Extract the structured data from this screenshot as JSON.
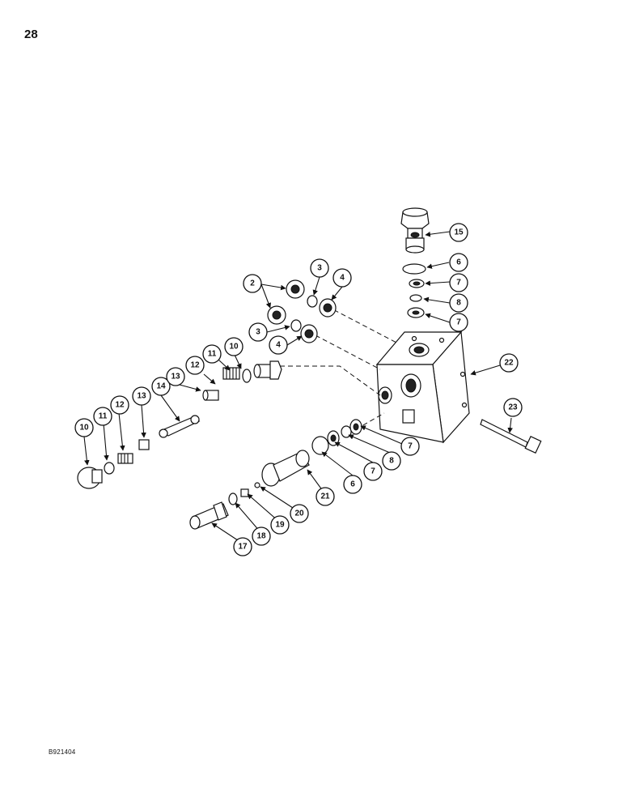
{
  "page": {
    "number": "28",
    "figure_code": "B921404"
  },
  "callouts": [
    {
      "id": "c15",
      "label": "15"
    },
    {
      "id": "c6a",
      "label": "6"
    },
    {
      "id": "c7a",
      "label": "7"
    },
    {
      "id": "c8a",
      "label": "8"
    },
    {
      "id": "c7b",
      "label": "7"
    },
    {
      "id": "c2",
      "label": "2"
    },
    {
      "id": "c3a",
      "label": "3"
    },
    {
      "id": "c4a",
      "label": "4"
    },
    {
      "id": "c3b",
      "label": "3"
    },
    {
      "id": "c4b",
      "label": "4"
    },
    {
      "id": "c10a",
      "label": "10"
    },
    {
      "id": "c11a",
      "label": "11"
    },
    {
      "id": "c12a",
      "label": "12"
    },
    {
      "id": "c13a",
      "label": "13"
    },
    {
      "id": "c14",
      "label": "14"
    },
    {
      "id": "c10b",
      "label": "10"
    },
    {
      "id": "c11b",
      "label": "11"
    },
    {
      "id": "c12b",
      "label": "12"
    },
    {
      "id": "c13b",
      "label": "13"
    },
    {
      "id": "c22",
      "label": "22"
    },
    {
      "id": "c23",
      "label": "23"
    },
    {
      "id": "c7c",
      "label": "7"
    },
    {
      "id": "c7d",
      "label": "7"
    },
    {
      "id": "c8b",
      "label": "8"
    },
    {
      "id": "c6b",
      "label": "6"
    },
    {
      "id": "c21",
      "label": "21"
    },
    {
      "id": "c20",
      "label": "20"
    },
    {
      "id": "c19",
      "label": "19"
    },
    {
      "id": "c18",
      "label": "18"
    },
    {
      "id": "c17",
      "label": "17"
    }
  ]
}
